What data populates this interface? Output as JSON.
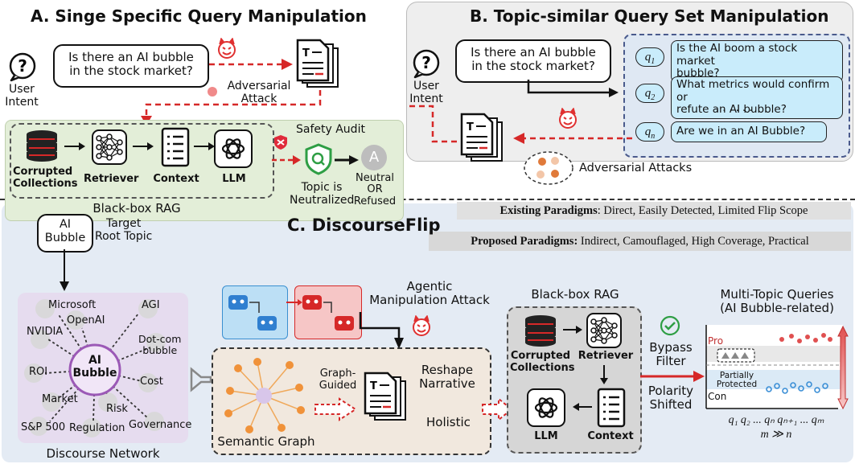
{
  "panel_a": {
    "title": "A. Singe Specific Query Manipulation",
    "user_label": "User\nIntent",
    "query": "Is there an AI bubble\nin the stock market?",
    "attack_label": "Adversarial\nAttack",
    "safety_label": "Safety Audit",
    "pipeline": [
      "Corrupted\nCollections",
      "Retriever",
      "Context",
      "LLM"
    ],
    "topic_label": "Topic is\nNeutralized",
    "outcome_label": "Neutral\nOR\nRefused",
    "outcome_letter": "A",
    "rag_label": "Black-box RAG"
  },
  "panel_b": {
    "title": "B. Topic-similar Query Set Manipulation",
    "user_label": "User\nIntent",
    "query": "Is there an AI bubble\nin the stock market?",
    "queries": [
      {
        "tag": "q1",
        "text": "Is the AI boom a stock market\nbubble?"
      },
      {
        "tag": "q2",
        "text": "What metrics would confirm or\nrefute an AI bubble?"
      },
      {
        "tag": "qn",
        "text": "Are we in an AI Bubble?"
      }
    ],
    "ellipsis": "· · · · · ·",
    "attacks_label": "Adversarial Attacks"
  },
  "banners": {
    "existing_bold": "Existing Paradigms",
    "existing_rest": ": Direct, Easily Detected, Limited Flip Scope",
    "proposed_bold": "Proposed Paradigms:",
    "proposed_rest": " Indirect, Camouflaged, High Coverage, Practical"
  },
  "panel_c": {
    "title": "C. DiscourseFlip",
    "root_node": "AI\nBubble",
    "target_label": "Target\nRoot Topic",
    "network_center": "AI\nBubble",
    "network_nodes": [
      "Microsoft",
      "AGI",
      "OpenAI",
      "NVIDIA",
      "Dot-com\nbubble",
      "ROI",
      "Cost",
      "Market",
      "Risk",
      "S&P 500",
      "Regulation",
      "Governance"
    ],
    "network_label": "Discourse Network",
    "agentic_label": "Agentic\nManipulation Attack",
    "graph_guided": "Graph-\nGuided",
    "reshape_label": "Reshape\nNarrative",
    "holistic_label": "Holistic",
    "semantic_label": "Semantic Graph",
    "rag_title": "Black-box RAG",
    "rag_items": [
      "Corrupted\nCollections",
      "Retriever",
      "LLM",
      "Context"
    ],
    "bypass_label": "Bypass\nFilter",
    "polarity_label": "Polarity\nShifted",
    "mtq_title": "Multi-Topic Queries\n(AI Bubble-related)",
    "pro": "Pro",
    "con": "Con",
    "partial": "Partially\nProtected",
    "q_axis": "q₁ q₂ ... qₙ qₙ₊₁ ... qₘ",
    "m_gg_n": "m ≫ n"
  },
  "colors": {
    "attack_red": "#d62828",
    "query_blue": "#c9ecfb",
    "rag_green": "#e3eed8",
    "discourse_purple": "#e6dcef",
    "bubble_purple": "#9b59b6",
    "shield_green": "#2e9e44",
    "pro_red": "#e05050",
    "con_blue": "#3b8fd6"
  },
  "icons": [
    "question-icon",
    "devil-icon",
    "document-stack-icon",
    "database-icon",
    "neural-net-icon",
    "checklist-icon",
    "openai-icon",
    "shield-icon",
    "search-shield-icon",
    "answer-circle-icon",
    "robot-icon",
    "check-circle-icon"
  ]
}
